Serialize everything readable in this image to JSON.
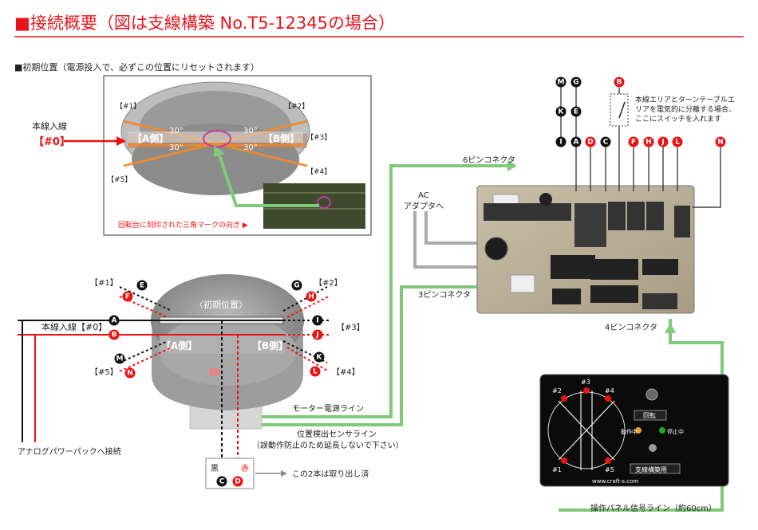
{
  "title": "■接続概要（図は支線構築 No.T5-12345の場合）",
  "initial": {
    "heading": "■初期位置（電源投入で、必ずこの位置にリセットされます）",
    "main_line": "本線入線",
    "main_line_tag": "【#0】",
    "side_a": "【A側】",
    "side_b": "【B側】",
    "angle": "30°",
    "tracks": [
      "【#1】",
      "【#2】",
      "【#3】",
      "【#4】",
      "【#5】"
    ],
    "caption": "回転台に刻印された三角マークの向き ▶"
  },
  "turntable": {
    "initial_label": "〈初期位置〉",
    "main_line": "本線入線【#0】",
    "side_a": "【A側】",
    "side_b": "【B側】",
    "tracks": [
      "【#1】",
      "【#2】",
      "【#3】",
      "【#4】",
      "【#5】"
    ],
    "analog": "アナログパワーパックへ接続",
    "wire_black": "黒",
    "wire_red": "赤",
    "cut_note": "この2本は取り出し済",
    "motor_line": "モーター電源ライン",
    "sensor_line": "位置検出センサライン",
    "sensor_note": "（誤動作防止のため延長しないで下さい）"
  },
  "board": {
    "conn6": "6ピンコネクタ",
    "ac1": "AC",
    "ac2": "アダプタへ",
    "conn3": "3ピンコネクタ",
    "conn4": "4ピンコネクタ",
    "switch_note": [
      "本線エリアとターンテーブルエ",
      "リアを電気的に分離する場合、",
      "ここにスイッチを入れます"
    ]
  },
  "panel": {
    "caption": "操作パネル信号ライン（約60cm）",
    "labels": [
      "#2",
      "#3",
      "#4",
      "#1",
      "#5",
      "回転",
      "動作中",
      "停止中",
      "支線構築用",
      "www.craft-s.com"
    ]
  },
  "nodes": {
    "top": [
      "M",
      "G",
      "K",
      "E",
      "I",
      "A",
      "D",
      "C",
      "B",
      "F",
      "H",
      "J",
      "L",
      "N"
    ],
    "turntable": [
      "E",
      "G",
      "F",
      "H",
      "A",
      "I",
      "B",
      "J",
      "M",
      "K",
      "N",
      "L",
      "C",
      "D"
    ]
  },
  "colors": {
    "title": "#e8141c",
    "red": "#e11",
    "green": "#7fc97a",
    "black": "#111",
    "orange": "#f08a2c",
    "gray": "#aaa"
  }
}
